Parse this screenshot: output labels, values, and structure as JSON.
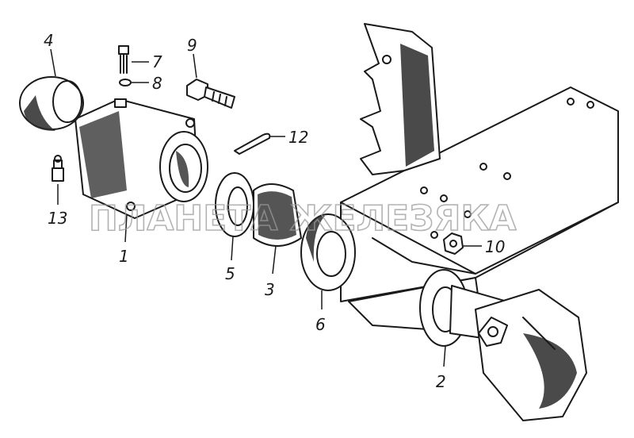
{
  "watermark": "ПЛАНЕТА ЖЕЛЕЗЯКА",
  "callouts": {
    "c1": "1",
    "c2": "2",
    "c3": "3",
    "c4": "4",
    "c5": "5",
    "c6": "6",
    "c7": "7",
    "c8": "8",
    "c9": "9",
    "c10": "10",
    "c12": "12",
    "c13": "13"
  }
}
